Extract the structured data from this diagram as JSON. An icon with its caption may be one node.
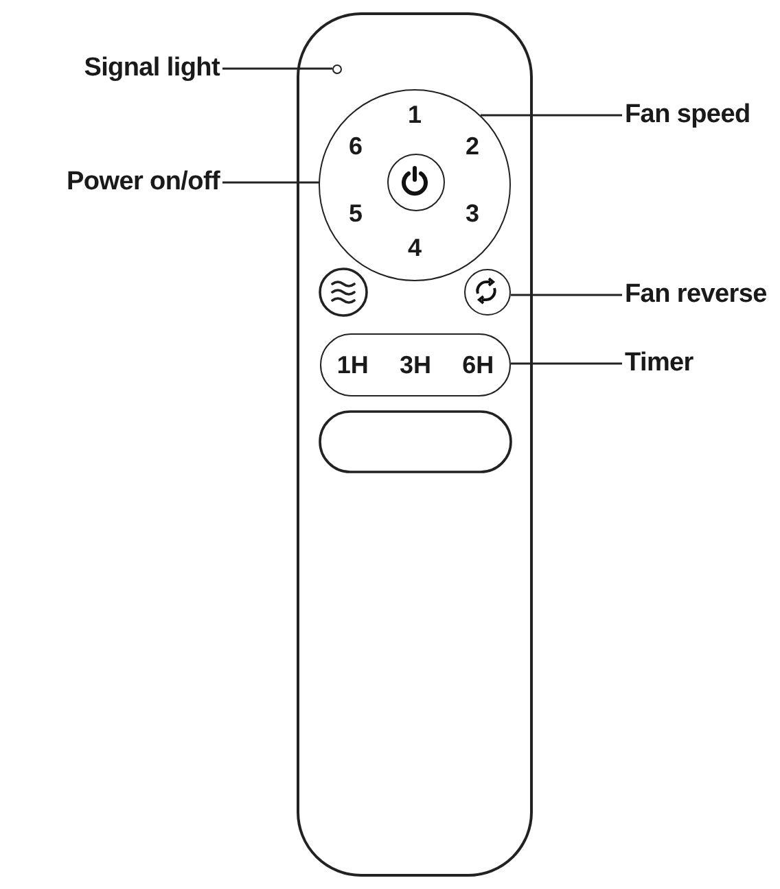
{
  "diagram": {
    "nodes": [
      {
        "text": [
          "Signal light"
        ]
      },
      {
        "text": [],
        "shape": "circle"
      },
      {
        "text": [
          "Fan speed"
        ]
      },
      {
        "text": [],
        "shape": "circle"
      },
      {
        "text": [
          "Power on/off"
        ]
      },
      {
        "text": [],
        "shape": "circle",
        "in": 3
      },
      {
        "text": [
          "Fan reverse"
        ]
      },
      {
        "text": [],
        "shape": "circle"
      },
      {
        "text": [
          "Timer"
        ]
      },
      {
        "text": [
          "1H",
          "3H",
          "6H"
        ]
      }
    ],
    "edges": [
      {
        "from": 0,
        "to": 1,
        "arrow": "none"
      },
      {
        "from": 2,
        "to": 3,
        "arrow": "none"
      },
      {
        "from": 4,
        "to": 5,
        "arrow": "none"
      },
      {
        "from": 6,
        "to": 7,
        "arrow": "none"
      },
      {
        "from": 8,
        "to": 9,
        "arrow": "none"
      }
    ],
    "labels": [
      "1",
      "6",
      "2",
      "5",
      "3",
      "4"
    ]
  }
}
